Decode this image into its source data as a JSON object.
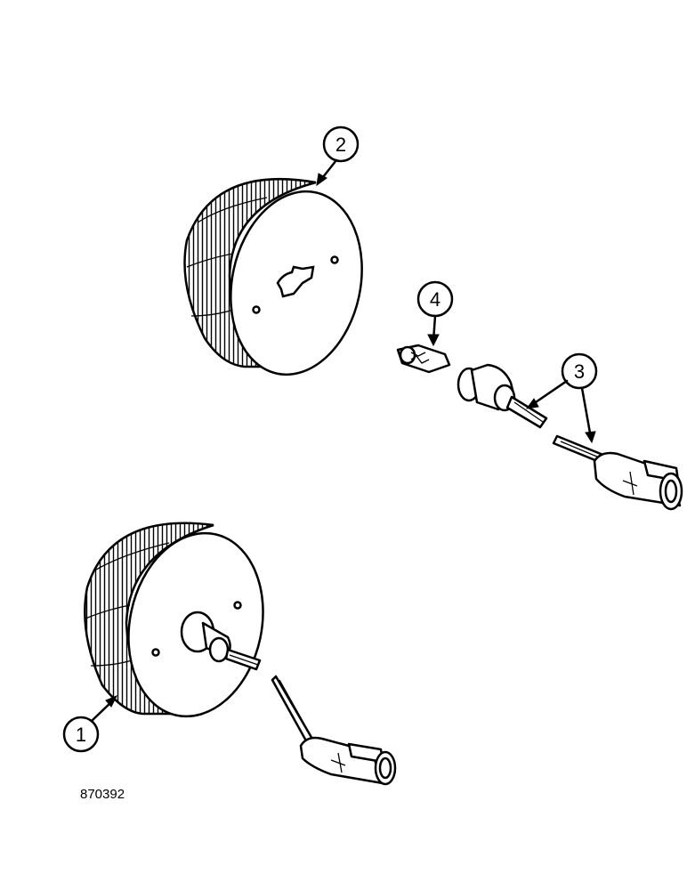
{
  "callouts": {
    "c1": "1",
    "c2": "2",
    "c3": "3",
    "c4": "4"
  },
  "figure_number": "870392"
}
